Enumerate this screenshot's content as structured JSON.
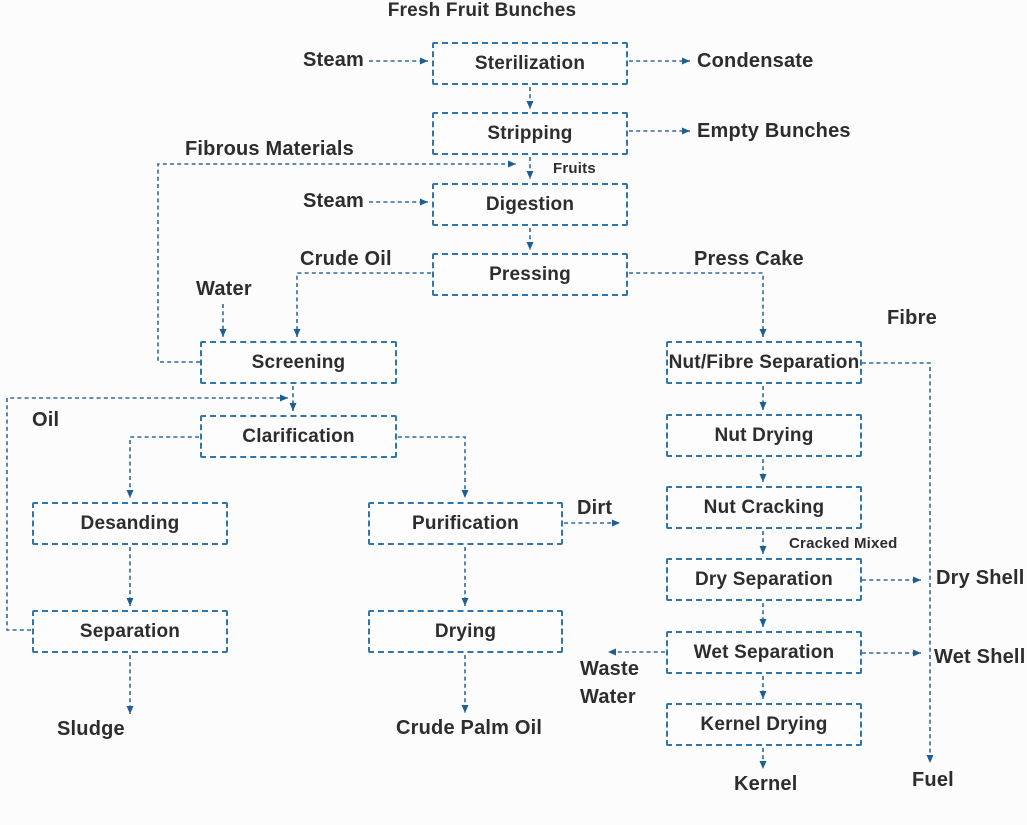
{
  "flowchart": {
    "title": "Fresh Fruit Bunches",
    "boxes": {
      "sterilization": "Sterilization",
      "stripping": "Stripping",
      "digestion": "Digestion",
      "pressing": "Pressing",
      "screening": "Screening",
      "clarification": "Clarification",
      "desanding": "Desanding",
      "separation": "Separation",
      "purification": "Purification",
      "drying": "Drying",
      "nut_fibre_separation": "Nut/Fibre Separation",
      "nut_drying": "Nut Drying",
      "nut_cracking": "Nut Cracking",
      "dry_separation": "Dry Separation",
      "wet_separation": "Wet Separation",
      "kernel_drying": "Kernel Drying"
    },
    "labels": {
      "steam_top": "Steam",
      "condensate": "Condensate",
      "empty_bunches": "Empty Bunches",
      "fibrous_materials": "Fibrous Materials",
      "fruits": "Fruits",
      "steam_digestion": "Steam",
      "crude_oil": "Crude Oil",
      "press_cake": "Press Cake",
      "water": "Water",
      "fibre": "Fibre",
      "oil": "Oil",
      "dirt": "Dirt",
      "cracked_mixed": "Cracked Mixed",
      "dry_shell": "Dry Shell",
      "wet_shell": "Wet Shell",
      "waste_water_line1": "Waste",
      "waste_water_line2": "Water",
      "sludge": "Sludge",
      "crude_palm_oil": "Crude Palm Oil",
      "kernel": "Kernel",
      "fuel": "Fuel"
    },
    "colors": {
      "box_border": "#2e76ad",
      "connector_dash": "#33699c",
      "arrowhead": "#1d5f94",
      "text": "#2d2d2d",
      "background": "#fcfcfc"
    }
  }
}
